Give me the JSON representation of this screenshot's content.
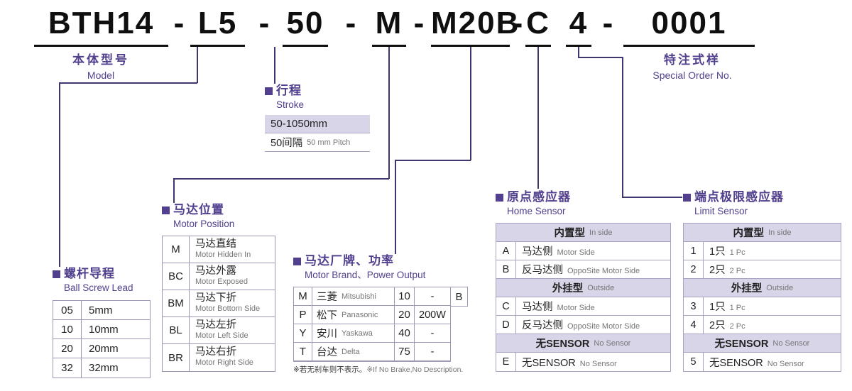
{
  "model_code": {
    "segments": [
      "BTH14",
      "L5",
      "50",
      "M",
      "M20B",
      "C",
      "4",
      "0001"
    ],
    "dash": "-"
  },
  "model_label": {
    "zh": "本体型号",
    "en": "Model"
  },
  "special_order_label": {
    "zh": "特注式样",
    "en": "Special Order No."
  },
  "stroke": {
    "title_zh": "行程",
    "title_en": "Stroke",
    "range": "50-1050mm",
    "pitch_zh": "50间隔",
    "pitch_en": "50 mm Pitch"
  },
  "ball_screw_lead": {
    "title_zh": "螺杆导程",
    "title_en": "Ball Screw Lead",
    "rows": [
      {
        "code": "05",
        "value": "5mm"
      },
      {
        "code": "10",
        "value": "10mm"
      },
      {
        "code": "20",
        "value": "20mm"
      },
      {
        "code": "32",
        "value": "32mm"
      }
    ]
  },
  "motor_position": {
    "title_zh": "马达位置",
    "title_en": "Motor Position",
    "rows": [
      {
        "code": "M",
        "zh": "马达直结",
        "en": "Motor Hidden In"
      },
      {
        "code": "BC",
        "zh": "马达外露",
        "en": "Motor Exposed"
      },
      {
        "code": "BM",
        "zh": "马达下折",
        "en": "Motor Bottom Side"
      },
      {
        "code": "BL",
        "zh": "马达左折",
        "en": "Motor Left Side"
      },
      {
        "code": "BR",
        "zh": "马达右折",
        "en": "Motor Right Side"
      }
    ]
  },
  "motor_brand": {
    "title_zh": "马达厂牌、功率",
    "title_en": "Motor Brand、Power Output",
    "rows": [
      {
        "code": "M",
        "brand_zh": "三菱",
        "brand_en": "Mitsubishi",
        "power_code": "10",
        "power": "-",
        "brake": "B"
      },
      {
        "code": "P",
        "brand_zh": "松下",
        "brand_en": "Panasonic",
        "power_code": "20",
        "power": "200W",
        "brake": ""
      },
      {
        "code": "Y",
        "brand_zh": "安川",
        "brand_en": "Yaskawa",
        "power_code": "40",
        "power": "-",
        "brake": ""
      },
      {
        "code": "T",
        "brand_zh": "台达",
        "brand_en": "Delta",
        "power_code": "75",
        "power": "-",
        "brake": ""
      }
    ],
    "note_zh": "※若无刹车则不表示。",
    "note_en": "※If No Brake,No Description."
  },
  "home_sensor": {
    "title_zh": "原点感应器",
    "title_en": "Home Sensor",
    "groups": [
      {
        "header_zh": "内置型",
        "header_en": "In side",
        "items": [
          {
            "code": "A",
            "zh": "马达侧",
            "en": "Motor Side"
          },
          {
            "code": "B",
            "zh": "反马达侧",
            "en": "OppoSite Motor Side"
          }
        ]
      },
      {
        "header_zh": "外挂型",
        "header_en": "Outside",
        "items": [
          {
            "code": "C",
            "zh": "马达侧",
            "en": "Motor Side"
          },
          {
            "code": "D",
            "zh": "反马达侧",
            "en": "OppoSite Motor Side"
          }
        ]
      },
      {
        "header_zh": "无SENSOR",
        "header_en": "No Sensor",
        "items": [
          {
            "code": "E",
            "zh": "无SENSOR",
            "en": "No Sensor"
          }
        ]
      }
    ]
  },
  "limit_sensor": {
    "title_zh": "端点极限感应器",
    "title_en": "Limit Sensor",
    "groups": [
      {
        "header_zh": "内置型",
        "header_en": "In side",
        "items": [
          {
            "code": "1",
            "zh": "1只",
            "en": "1 Pc"
          },
          {
            "code": "2",
            "zh": "2只",
            "en": "2 Pc"
          }
        ]
      },
      {
        "header_zh": "外挂型",
        "header_en": "Outside",
        "items": [
          {
            "code": "3",
            "zh": "1只",
            "en": "1 Pc"
          },
          {
            "code": "4",
            "zh": "2只",
            "en": "2 Pc"
          }
        ]
      },
      {
        "header_zh": "无SENSOR",
        "header_en": "No Sensor",
        "items": [
          {
            "code": "5",
            "zh": "无SENSOR",
            "en": "No Sensor"
          }
        ]
      }
    ]
  },
  "colors": {
    "accent_purple": "#52408e",
    "lavender_bg": "#d8d5e8",
    "connector_line": "#3f3770",
    "table_border": "#9d98b6",
    "title_black": "#0f0f0f",
    "muted_text": "#757575"
  }
}
